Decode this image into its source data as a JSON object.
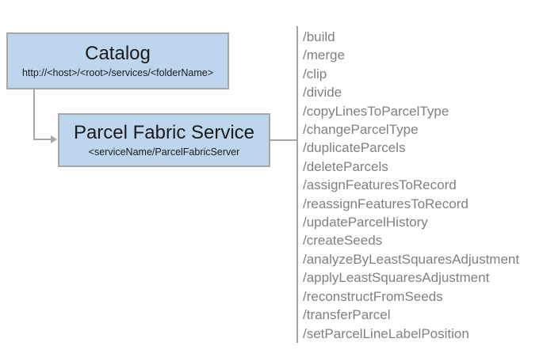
{
  "diagram": {
    "catalog": {
      "title": "Catalog",
      "subtitle": "http://<host>/<root>/services/<folderName>"
    },
    "service": {
      "title": "Parcel Fabric Service",
      "subtitle": "<serviceName/ParcelFabricServer"
    },
    "endpoints": [
      "/build",
      "/merge",
      "/clip",
      "/divide",
      "/copyLinesToParcelType",
      "/changeParcelType",
      "/duplicateParcels",
      "/deleteParcels",
      "/assignFeaturesToRecord",
      "/reassignFeaturesToRecord",
      "/updateParcelHistory",
      "/createSeeds",
      "/analyzeByLeastSquaresAdjustment",
      "/applyLeastSquaresAdjustment",
      "/reconstructFromSeeds",
      "/transferParcel",
      "/setParcelLineLabelPosition"
    ],
    "colors": {
      "box_fill": "#bdd6ee",
      "box_border": "#a6a6a6",
      "connector": "#a6a6a6",
      "endpoint_text": "#808080",
      "title_text": "#1a1a1a"
    }
  }
}
